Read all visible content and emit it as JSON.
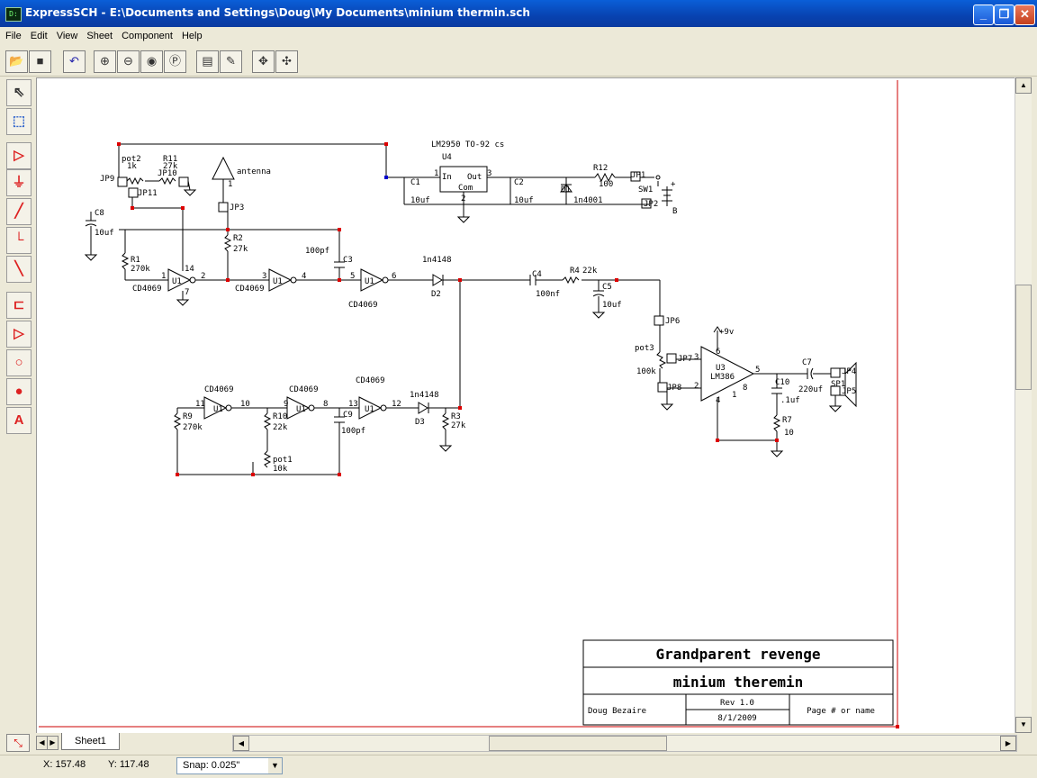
{
  "window": {
    "title": "ExpressSCH - E:\\Documents and Settings\\Doug\\My Documents\\minium thermin.sch",
    "app_icon": "D:"
  },
  "menu": [
    "File",
    "Edit",
    "View",
    "Sheet",
    "Component",
    "Help"
  ],
  "sheet_tab": "Sheet1",
  "status": {
    "x": "X: 157.48",
    "y": "Y: 117.48",
    "snap": "Snap: 0.025\""
  },
  "title_block": {
    "title": "Grandparent revenge",
    "subtitle": "minium theremin",
    "author": "Doug Bezaire",
    "rev": "Rev 1.0",
    "date": "8/1/2009",
    "page": "Page # or name"
  },
  "schematic_labels": {
    "lm2950": "LM2950 TO-92 cs",
    "u4": "U4",
    "in": "In",
    "out": "Out",
    "com": "Com",
    "pin1": "1",
    "pin3": "3",
    "pin2": "2",
    "c1": "C1",
    "c1v": "10uf",
    "c2": "C2",
    "c2v": "10uf",
    "d1": "D1",
    "d1v": "1n4001",
    "r12": "R12",
    "r12v": "100",
    "jp1": "JP1",
    "sw1": "SW1",
    "jp2": "JP2",
    "plus": "+",
    "b": "B",
    "pot2": "pot2",
    "pot2v": "1k",
    "r11": "R11",
    "r11v": "27k",
    "jp9": "JP9",
    "jp10": "JP10",
    "jp11": "JP11",
    "antenna": "antenna",
    "ant1": "1",
    "jp3": "JP3",
    "c8": "C8",
    "c8v": "10uf",
    "r1": "R1",
    "r1v": "270k",
    "r2": "R2",
    "r2v": "27k",
    "c3": "C3",
    "c3v": "100pf",
    "cd4069": "CD4069",
    "u1": "U1",
    "n1": "1",
    "n14": "14",
    "n7": "7",
    "n2": "2",
    "n3": "3",
    "n4": "4",
    "n5": "5",
    "n6": "6",
    "d2": "D2",
    "d2v": "1n4148",
    "c4": "C4",
    "c4v": "100nf",
    "r4": "R4",
    "r4v": "22k",
    "c5": "C5",
    "c5v": "10uf",
    "jp6": "JP6",
    "pot3": "pot3",
    "pot3v": "100k",
    "jp7": "JP7",
    "jp8": "JP8",
    "u3": "U3",
    "lm386": "LM386",
    "v9": "+9v",
    "p3": "3",
    "p2": "2",
    "p6": "6",
    "p4": "4",
    "p5": "5",
    "p8": "8",
    "p1": "1",
    "c7": "C7",
    "c7v": "220uf",
    "c10": "C10",
    "c10v": ".1uf",
    "r7": "R7",
    "r7v": "10",
    "jp4": "JP4",
    "jp5": "JP5",
    "sp1": "SP1",
    "n11": "11",
    "n10": "10",
    "n9": "9",
    "n8": "8",
    "n13": "13",
    "n12": "12",
    "r9": "R9",
    "r9v": "270k",
    "r10": "R10",
    "r10v": "22k",
    "c9": "C9",
    "c9v": "100pf",
    "d3": "D3",
    "d3v": "1n4148",
    "r3": "R3",
    "r3v": "27k",
    "pot1": "pot1",
    "pot1v": "10k"
  }
}
